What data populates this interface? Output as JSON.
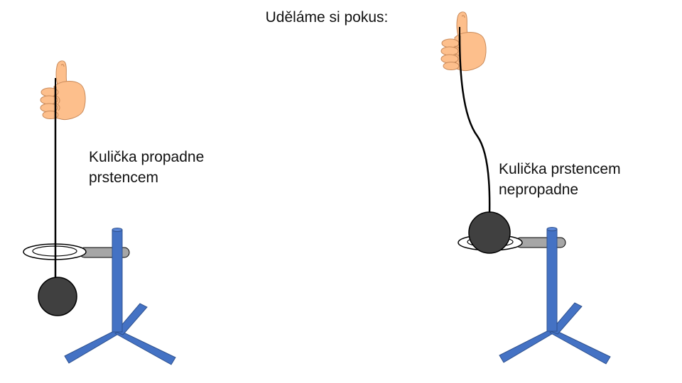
{
  "title": "Uděláme si pokus:",
  "experiments": [
    {
      "caption_lines": [
        "Kulička propadne",
        "prstencem"
      ]
    },
    {
      "caption_lines": [
        "Kulička prstencem",
        "nepropadne"
      ]
    }
  ],
  "colors": {
    "stand": "#4472c4",
    "stand_outline": "#2f528f",
    "arm": "#a6a6a6",
    "ball": "#404040",
    "skin": "#fdbf8c",
    "outline": "#000000",
    "background": "#ffffff"
  },
  "icons": [
    "thumbs-up-hand-icon",
    "thumbs-up-hand-icon"
  ]
}
